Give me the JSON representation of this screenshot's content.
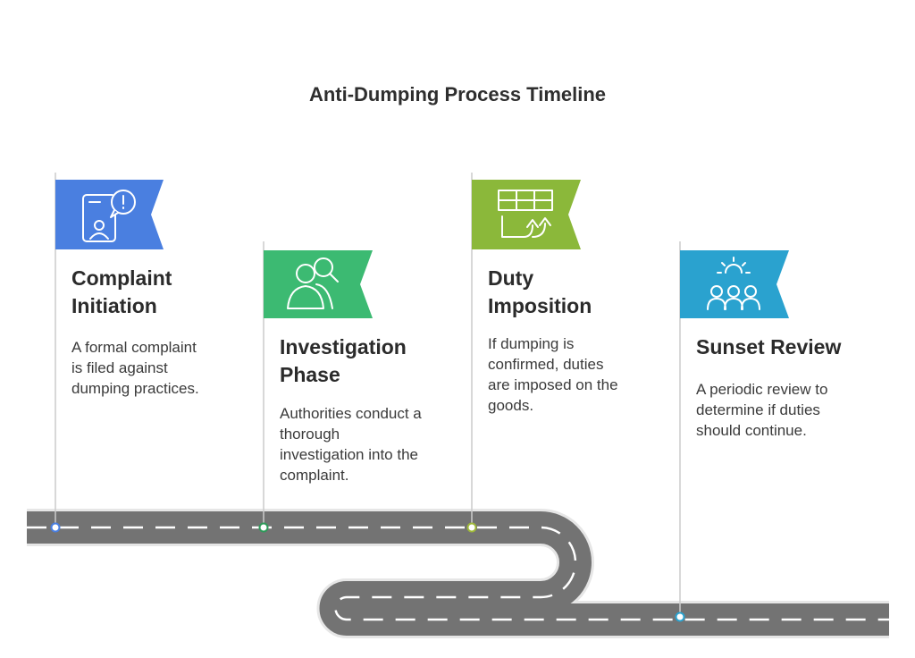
{
  "title": "Anti-Dumping Process Timeline",
  "stages": [
    {
      "title_lines": [
        "Complaint",
        "Initiation"
      ],
      "desc_lines": [
        "A formal complaint",
        "is filed against",
        "dumping practices."
      ],
      "color": "#4a7fe0",
      "icon": "complaint-phone-icon",
      "marker_color": "#4a7fe0"
    },
    {
      "title_lines": [
        "Investigation",
        "Phase"
      ],
      "desc_lines": [
        "Authorities conduct a",
        "thorough",
        "investigation into the",
        "complaint."
      ],
      "color": "#3cba72",
      "icon": "investigation-people-icon",
      "marker_color": "#2f9a5a"
    },
    {
      "title_lines": [
        "Duty",
        "Imposition"
      ],
      "desc_lines": [
        "If dumping is",
        "confirmed, duties",
        "are imposed on the",
        "goods."
      ],
      "color": "#8bb83a",
      "icon": "table-arrows-icon",
      "marker_color": "#9fb83a"
    },
    {
      "title_lines": [
        "Sunset Review"
      ],
      "desc_lines": [
        "A periodic review to",
        "determine if duties",
        "should continue."
      ],
      "color": "#2aa2cf",
      "icon": "sunset-group-icon",
      "marker_color": "#2aa2cf"
    }
  ]
}
